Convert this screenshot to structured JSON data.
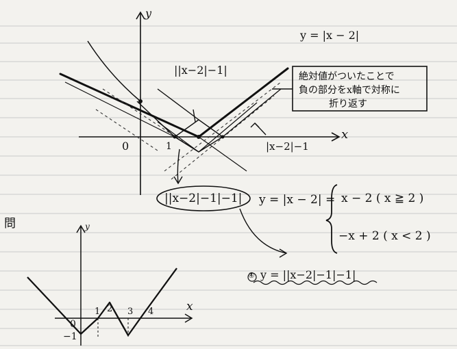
{
  "upper_graph": {
    "label_y_eq_abs_x_minus_2": "y = |x − 2|",
    "label_inner_double": "||x−2|−1|",
    "label_abs_x_minus_2_minus_1": "|x−2|−1",
    "axis_x": "x",
    "axis_y": "y",
    "origin": "0",
    "tick_1": "1"
  },
  "note_box": {
    "line1": "絶対値がついたことで",
    "line2": "負の部分をx軸で対称に",
    "line3": "折り返す"
  },
  "circled_expr": "||x−2|−1|−1|",
  "piecewise": {
    "lhs": "y = |x − 2| =",
    "case1": "x − 2 ( x ≧ 2 )",
    "case2": "−x + 2 ( x < 2 )"
  },
  "section_label": "問",
  "answer": {
    "marker": "④",
    "text": "y = ||x−2|−1|−1|"
  },
  "lower_graph": {
    "axis_x": "x",
    "axis_y": "y",
    "origin": "0",
    "minus_one": "−1",
    "tick_1": "1",
    "tick_2": "2",
    "tick_3": "3",
    "tick_4": "4"
  },
  "colors": {
    "paper": "#f3f2ee",
    "rule": "#c9c9c9",
    "ink": "#111111"
  }
}
